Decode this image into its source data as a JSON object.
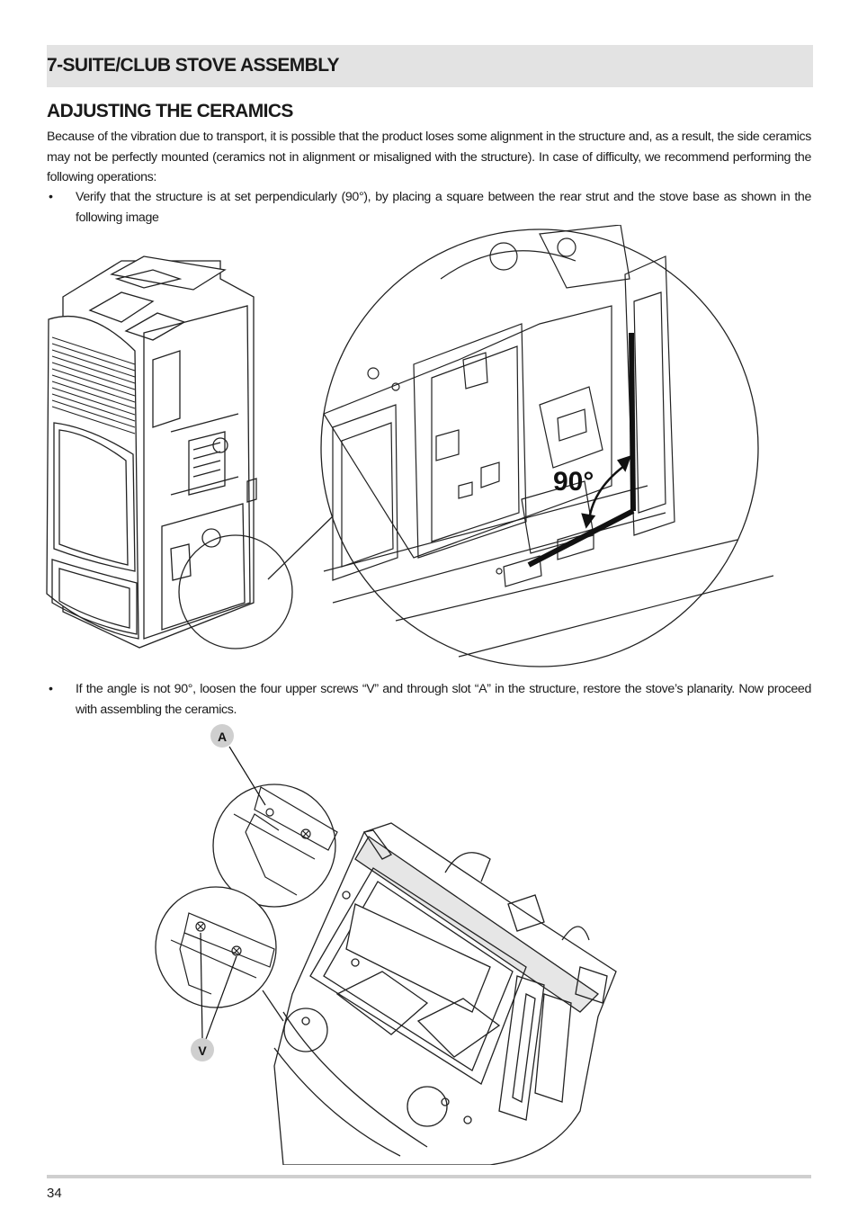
{
  "header": {
    "section_title": "7-SUITE/CLUB STOVE ASSEMBLY"
  },
  "content": {
    "subtitle": "ADJUSTING THE CERAMICS",
    "intro": "Because of the vibration due to transport, it is possible that the product loses some alignment in the structure and, as a result, the side ceramics may not be perfectly mounted (ceramics not in alignment or misaligned with the structure). In case of difficulty, we recommend performing the following operations:",
    "bullet_symbol": "•",
    "bullet_1": "Verify that the structure is at set perpendicularly (90°), by placing a square between the rear strut and the stove base as shown in the following image",
    "bullet_2": "If the angle is not 90°, loosen the four upper screws “V” and through slot “A” in the structure, restore the stove’s planarity. Now proceed with assembling the ceramics."
  },
  "figure_1": {
    "angle_label": "90°"
  },
  "figure_2": {
    "callout_a": "A",
    "callout_v": "V"
  },
  "footer": {
    "page_number": "34"
  }
}
